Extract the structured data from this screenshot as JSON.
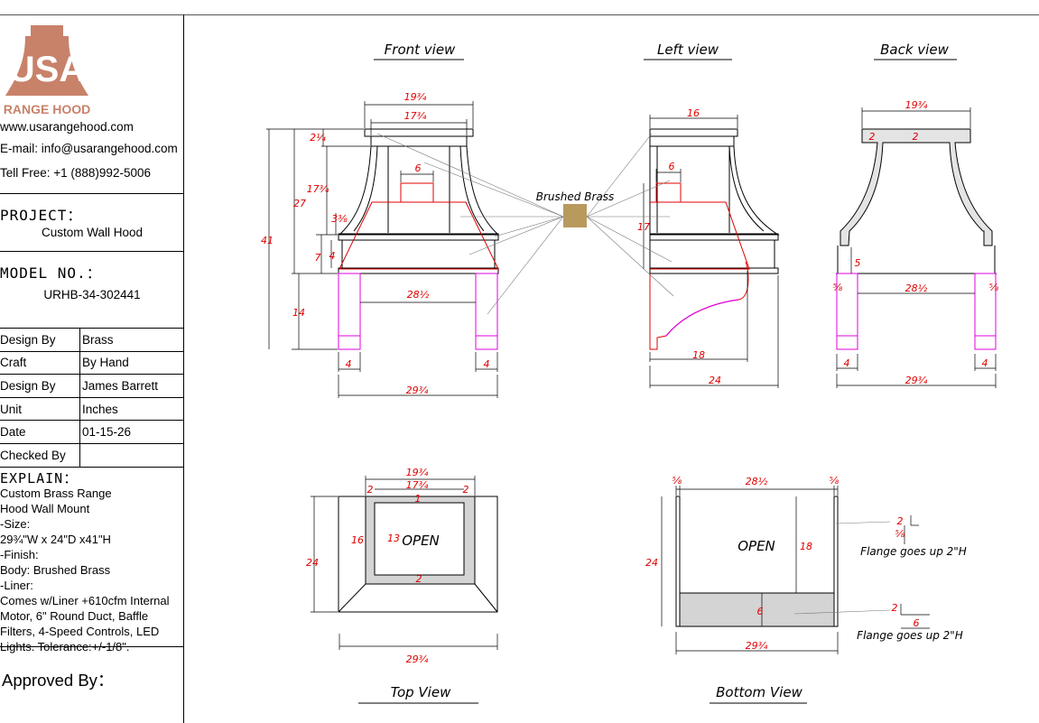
{
  "logo": {
    "letters": "USA",
    "subtitle": "RANGE HOOD",
    "color": "#c8826a"
  },
  "contact": {
    "website": "www.usarangehood.com",
    "email": "E-mail: info@usarangehood.com",
    "phone": "Tell Free: +1 (888)992-5006"
  },
  "project": {
    "label": "PROJECT：",
    "value": "Custom Wall Hood"
  },
  "model": {
    "label": "MODEL NO.：",
    "value": "URHB-34-302441"
  },
  "info_table": [
    {
      "label": "Design By",
      "value": "Brass"
    },
    {
      "label": "Craft",
      "value": "By Hand"
    },
    {
      "label": "Design By",
      "value": "James Barrett"
    },
    {
      "label": "Unit",
      "value": "Inches"
    },
    {
      "label": "Date",
      "value": "01-15-26"
    },
    {
      "label": "Checked By",
      "value": ""
    }
  ],
  "explain": {
    "label": "EXPLAIN：",
    "text": "Custom Brass Range\nHood Wall Mount\n-Size:\n29¾\"W x 24\"D x41\"H\n-Finish:\nBody: Brushed Brass\n-Liner:\nComes w/Liner +610cfm Internal\nMotor, 6\" Round Duct, Baffle\nFilters, 4-Speed Controls, LED\nLights. Tolerance:+/-1/8\"."
  },
  "approved": "Approved By：",
  "views": {
    "front": "Front view",
    "left": "Left view",
    "back": "Back view",
    "top": "Top View",
    "bottom": "Bottom View"
  },
  "material_label": "Brushed Brass",
  "material_color": "#b89a5e",
  "open_label": "OPEN",
  "flange_note_1": "Flange goes up 2\"H",
  "flange_note_2": "Flange goes up 2\"H",
  "dims": {
    "front_top_outer": "19¾",
    "front_top_inner": "17¾",
    "front_top_band": "2¼",
    "front_upper_h": "17¾",
    "front_27": "27",
    "front_41": "41",
    "front_38": "3⅜",
    "front_7": "7",
    "front_4": "4",
    "front_6": "6",
    "front_28": "28½",
    "front_14": "14",
    "front_leg_l": "4",
    "front_leg_r": "4",
    "front_bottom": "29¾",
    "left_16": "16",
    "left_6": "6",
    "left_17": "17",
    "left_18": "18",
    "left_24": "24",
    "back_top": "19¾",
    "back_2a": "2",
    "back_2b": "2",
    "back_5": "5",
    "back_58a": "⅝",
    "back_28": "28½",
    "back_58b": "⅝",
    "back_leg_l": "4",
    "back_leg_r": "4",
    "back_bottom": "29¾",
    "top_1934": "19¾",
    "top_1734": "17¾",
    "top_2a": "2",
    "top_2b": "2",
    "top_1": "1",
    "top_16": "16",
    "top_13": "13",
    "top_2c": "2",
    "top_24": "24",
    "top_bottom": "29¾",
    "bot_58a": "⅝",
    "bot_28": "28½",
    "bot_58b": "⅝",
    "bot_24": "24",
    "bot_18": "18",
    "bot_6": "6",
    "bot_bottom": "29¾",
    "fl_2a": "2",
    "fl_58": "⅝",
    "fl_2b": "2",
    "fl_6": "6"
  }
}
